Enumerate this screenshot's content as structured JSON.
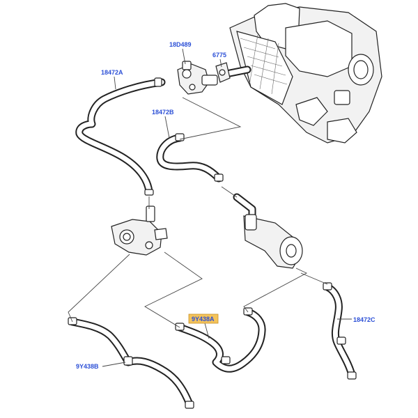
{
  "labels": {
    "p18D489": "18D489",
    "p6775": "6775",
    "p18472A": "18472A",
    "p18472B": "18472B",
    "p18472C": "18472C",
    "p9Y438A": "9Y438A",
    "p9Y438B": "9Y438B"
  },
  "colors": {
    "label": "#2b4fd6",
    "highlight": "#f4c35a",
    "line": "#222222"
  },
  "highlighted_part": "9Y438A"
}
